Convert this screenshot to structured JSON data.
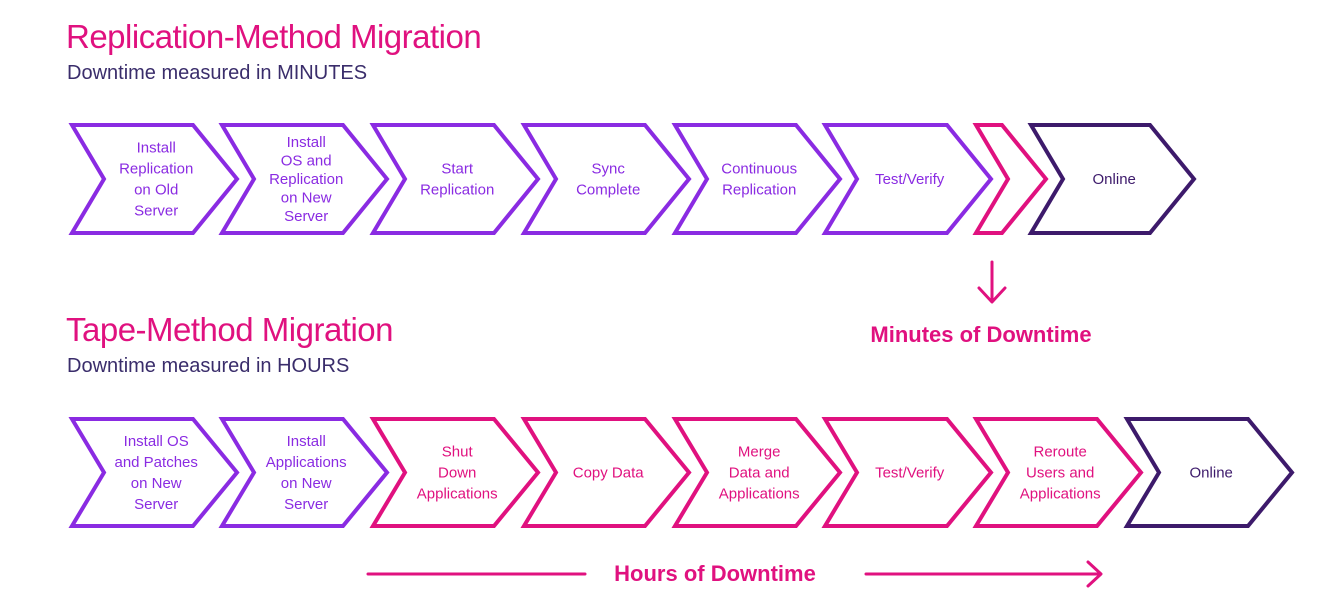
{
  "colors": {
    "purple": "#8a2be2",
    "magenta": "#e0117f",
    "dark": "#3d1a6b",
    "subtitle": "#3a2d6b"
  },
  "replication": {
    "title": "Replication-Method Migration",
    "subtitle": "Downtime measured in MINUTES",
    "steps": [
      {
        "lines": [
          "Install",
          "Replication",
          "on Old",
          "Server"
        ],
        "color": "purple"
      },
      {
        "lines": [
          "Install",
          "OS and",
          "Replication",
          "on New",
          "Server"
        ],
        "color": "purple"
      },
      {
        "lines": [
          "Start",
          "Replication"
        ],
        "color": "purple"
      },
      {
        "lines": [
          "Sync",
          "Complete"
        ],
        "color": "purple"
      },
      {
        "lines": [
          "Continuous",
          "Replication"
        ],
        "color": "purple"
      },
      {
        "lines": [
          "Test/Verify"
        ],
        "color": "purple"
      },
      {
        "lines": [],
        "color": "magenta"
      },
      {
        "lines": [
          "Online"
        ],
        "color": "dark"
      }
    ],
    "downtime_label": "Minutes of Downtime"
  },
  "tape": {
    "title": "Tape-Method Migration",
    "subtitle": "Downtime measured in HOURS",
    "steps": [
      {
        "lines": [
          "Install OS",
          "and Patches",
          "on New",
          "Server"
        ],
        "color": "purple"
      },
      {
        "lines": [
          "Install",
          "Applications",
          "on New",
          "Server"
        ],
        "color": "purple"
      },
      {
        "lines": [
          "Shut",
          "Down",
          "Applications"
        ],
        "color": "magenta"
      },
      {
        "lines": [
          "Copy Data"
        ],
        "color": "magenta"
      },
      {
        "lines": [
          "Merge",
          "Data and",
          "Applications"
        ],
        "color": "magenta"
      },
      {
        "lines": [
          "Test/Verify"
        ],
        "color": "magenta"
      },
      {
        "lines": [
          "Reroute",
          "Users and",
          "Applications"
        ],
        "color": "magenta"
      },
      {
        "lines": [
          "Online"
        ],
        "color": "dark"
      }
    ],
    "downtime_label": "Hours of Downtime"
  }
}
